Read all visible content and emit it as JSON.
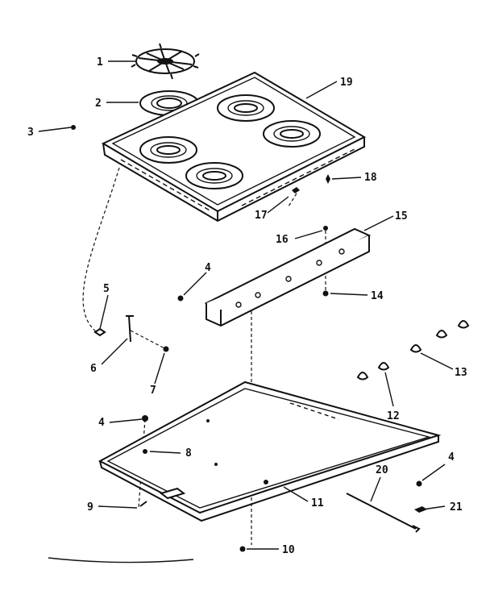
{
  "parts": [
    {
      "id": "p1",
      "label": "1"
    },
    {
      "id": "p2",
      "label": "2"
    },
    {
      "id": "p3",
      "label": "3"
    },
    {
      "id": "p4a",
      "label": "4"
    },
    {
      "id": "p4b",
      "label": "4"
    },
    {
      "id": "p4c",
      "label": "4"
    },
    {
      "id": "p5",
      "label": "5"
    },
    {
      "id": "p6",
      "label": "6"
    },
    {
      "id": "p7",
      "label": "7"
    },
    {
      "id": "p8",
      "label": "8"
    },
    {
      "id": "p9",
      "label": "9"
    },
    {
      "id": "p10",
      "label": "10"
    },
    {
      "id": "p11",
      "label": "11"
    },
    {
      "id": "p12",
      "label": "12"
    },
    {
      "id": "p13",
      "label": "13"
    },
    {
      "id": "p14",
      "label": "14"
    },
    {
      "id": "p15",
      "label": "15"
    },
    {
      "id": "p16",
      "label": "16"
    },
    {
      "id": "p17",
      "label": "17"
    },
    {
      "id": "p18",
      "label": "18"
    },
    {
      "id": "p19",
      "label": "19"
    },
    {
      "id": "p20",
      "label": "20"
    },
    {
      "id": "p21",
      "label": "21"
    }
  ]
}
